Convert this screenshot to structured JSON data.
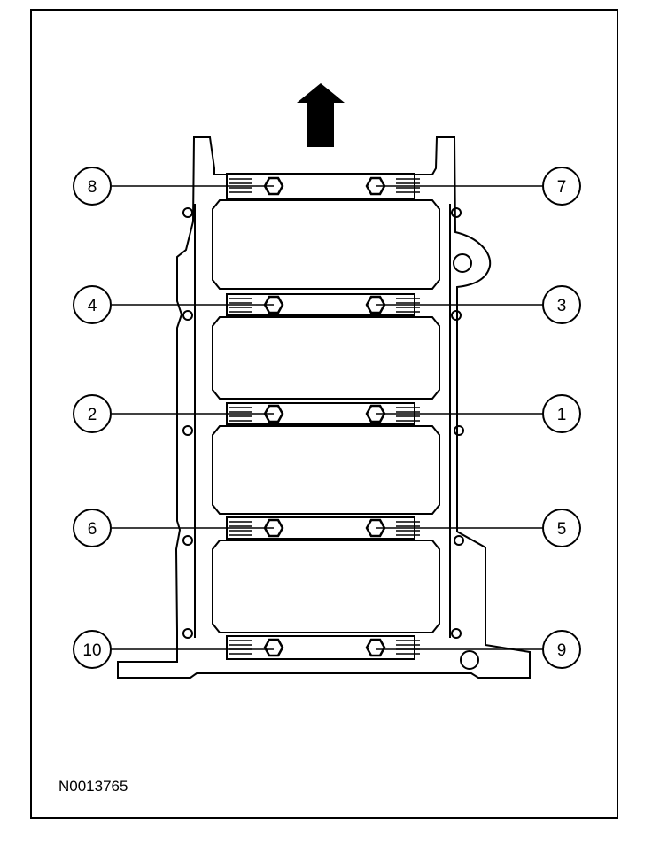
{
  "figure_id": "N0013765",
  "colors": {
    "line": "#000000",
    "background": "#ffffff"
  },
  "icons": {
    "direction_arrow": "arrow-up-icon",
    "bolt": "hex-bolt-icon"
  },
  "callouts": [
    {
      "number": "8",
      "side": "left"
    },
    {
      "number": "7",
      "side": "right"
    },
    {
      "number": "4",
      "side": "left"
    },
    {
      "number": "3",
      "side": "right"
    },
    {
      "number": "2",
      "side": "left"
    },
    {
      "number": "1",
      "side": "right"
    },
    {
      "number": "6",
      "side": "left"
    },
    {
      "number": "5",
      "side": "right"
    },
    {
      "number": "10",
      "side": "left"
    },
    {
      "number": "9",
      "side": "right"
    }
  ]
}
